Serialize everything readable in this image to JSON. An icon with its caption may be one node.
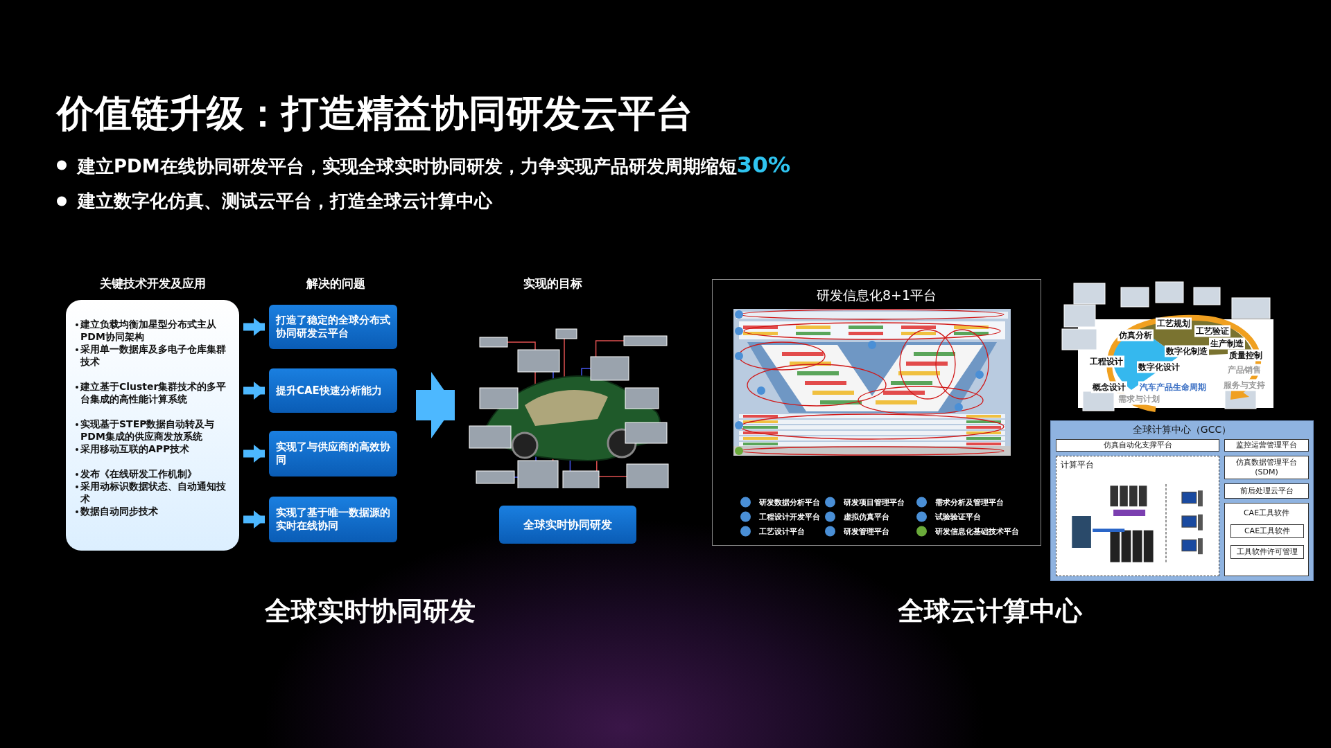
{
  "diagram": {
    "title": "价值链升级：打造精益协同研发云平台",
    "nodes": [
      {
        "text": [
          "建立负载均衡加星型分布式主从PDM协同架构",
          "采用单一数据库及多电子仓库集群技术",
          "建立基于Cluster集群技术的多平台集成的高性能计算系统",
          "实现基于STEP数据自动转及与PDM集成的供应商发放系统",
          "采用移动互联的APP技术",
          "发布《在线研发工作机制》",
          "采用动标识数据状态、自动通知技术",
          "数据自动同步技术"
        ],
        "beside": [
          "关键技术开发及应用"
        ]
      },
      {
        "text": [
          "打造了稳定的全球分布式协同研发云平台"
        ]
      },
      {
        "text": [
          "提升CAE快速分析能力"
        ]
      },
      {
        "text": [
          "实现了与供应商的高效协同"
        ]
      },
      {
        "text": [
          "实现了基于唯一数据源的实时在线协同"
        ]
      },
      {
        "text": [],
        "shape": "picture"
      },
      {
        "text": [
          "全球实时协同研发"
        ]
      },
      {
        "text": [
          "研发信息化8+1平台"
        ]
      },
      {
        "text": [],
        "shape": "picture",
        "in": 7
      },
      {
        "text": [],
        "shape": "picture"
      },
      {
        "text": [
          "全球计算中心（GCC）"
        ]
      },
      {
        "text": [
          "仿真自动化支撑平台"
        ],
        "in": 10
      },
      {
        "text": [
          "监控运营管理平台"
        ],
        "in": 10
      },
      {
        "text": [
          "仿真数据管理平台 (SDM)"
        ],
        "in": 10
      },
      {
        "text": [
          "前后处理云平台"
        ],
        "in": 10
      },
      {
        "text": [
          "CAE工具软件"
        ],
        "in": 10
      },
      {
        "text": [
          "CAE工具软件"
        ],
        "in": 15
      },
      {
        "text": [
          "工具软件许可管理"
        ],
        "in": 15
      },
      {
        "text": [
          "计算平台"
        ],
        "in": 10
      }
    ],
    "edges": [
      {
        "from": 0,
        "to": 1,
        "arrow": "to"
      },
      {
        "from": 0,
        "to": 2,
        "arrow": "to"
      },
      {
        "from": 0,
        "to": 3,
        "arrow": "to"
      },
      {
        "from": 0,
        "to": 4,
        "arrow": "to"
      },
      {
        "from": null,
        "to": 5,
        "arrow": "to",
        "style": "thick"
      }
    ],
    "labels": [
      "建立PDM在线协同研发平台，实现全球实时协同研发，力争实现产品研发周期缩短**30%**",
      "建立数字化仿真、测试云平台，打造全球云计算中心",
      "解决的问题",
      "实现的目标",
      "工艺规划",
      "工艺验证",
      "仿真分析",
      "生产制造",
      "数字化制造",
      "质量控制",
      "工程设计",
      "数字化设计",
      "产品销售",
      "概念设计",
      "汽车产品生命周期",
      "服务与支持",
      "需求与计划",
      "全球实时协同研发",
      "全球云计算中心"
    ],
    "legend": [
      {
        "text": "研发数据分析平台",
        "color": "#4a8fd6"
      },
      {
        "text": "研发项目管理平台",
        "color": "#4a8fd6"
      },
      {
        "text": "需求分析及管理平台",
        "color": "#4a8fd6"
      },
      {
        "text": "工程设计开发平台",
        "color": "#4a8fd6"
      },
      {
        "text": "虚拟仿真平台",
        "color": "#4a8fd6"
      },
      {
        "text": "试验验证平台",
        "color": "#4a8fd6"
      },
      {
        "text": "工艺设计平台",
        "color": "#4a8fd6"
      },
      {
        "text": "研发管理平台",
        "color": "#4a8fd6"
      },
      {
        "text": "研发信息化基础技术平台",
        "color": "#6aaa3a"
      }
    ]
  }
}
